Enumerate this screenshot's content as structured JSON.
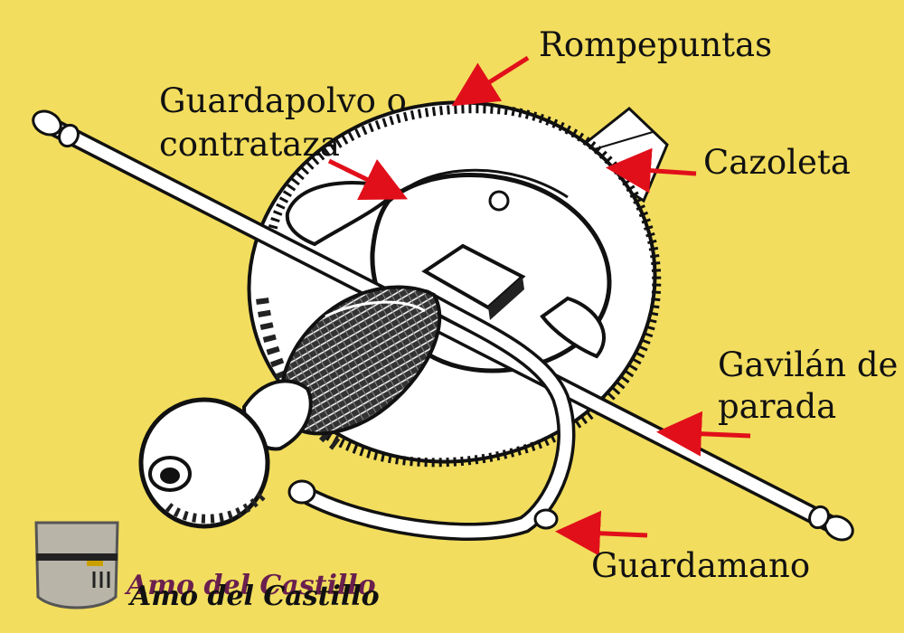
{
  "background_color": "#f2dd5e",
  "arrow_color": "#e10f1a",
  "labels": {
    "rompepuntas": "Rompepuntas",
    "guardapolvo_line1": "Guardapolvo o",
    "guardapolvo_line2": "contrataza",
    "cazoleta": "Cazoleta",
    "gavilan_line1": "Gavilán de",
    "gavilan_line2": "parada",
    "guardamano": "Guardamano"
  },
  "watermark": {
    "text": "Amo del Castillo"
  }
}
